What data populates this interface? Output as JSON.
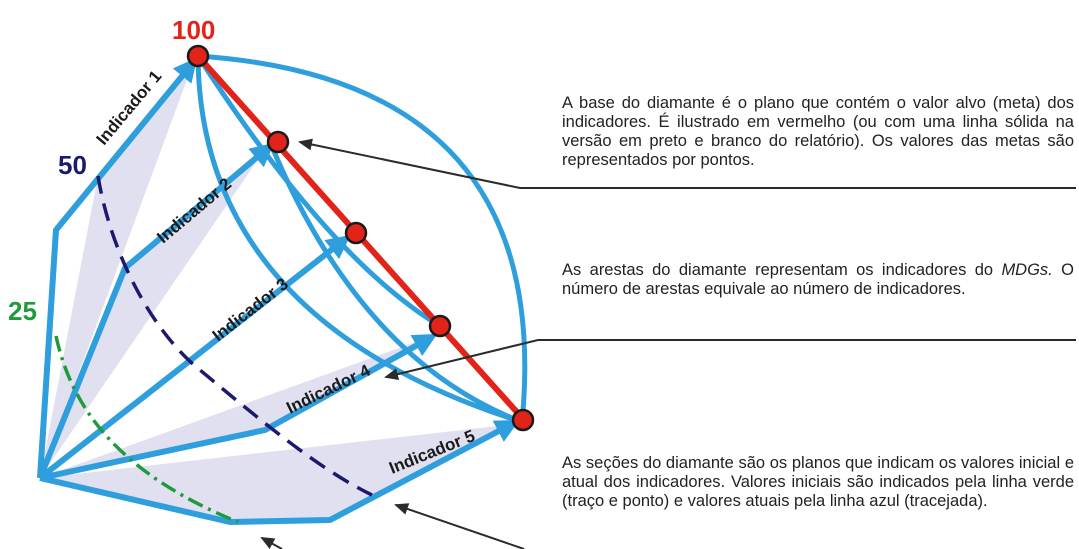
{
  "diagram": {
    "scale_labels": {
      "top": "100",
      "mid": "50",
      "low": "25"
    },
    "indicators": [
      "Indicador 1",
      "Indicador 2",
      "Indicador 3",
      "Indicador 4",
      "Indicador 5"
    ],
    "colors": {
      "edge": "#2e9fdc",
      "target_line": "#e2231a",
      "target_point": "#e2231a",
      "initial_line": "#1f9a3c",
      "current_line": "#1c1a6e",
      "plane_fill": "#dcdaef",
      "pointer": "#2b2b2b"
    }
  },
  "notes": {
    "base": "A base do diamante é o plano que contém o valor alvo (meta) dos indicadores. É ilustrado em vermelho (ou com uma linha sólida na versão em preto e branco do relatório). Os valores das metas são representados por pontos.",
    "edges_before": "As arestas do diamante representam os indicadores do ",
    "edges_em": "MDGs.",
    "edges_after": " O número de arestas equivale ao número de indicadores.",
    "sections": "As seções do diamante são os planos que indicam os valores inicial e atual dos indicadores. Valores iniciais são indicados pela linha verde (traço e ponto) e valores atuais pela linha azul (tracejada)."
  }
}
